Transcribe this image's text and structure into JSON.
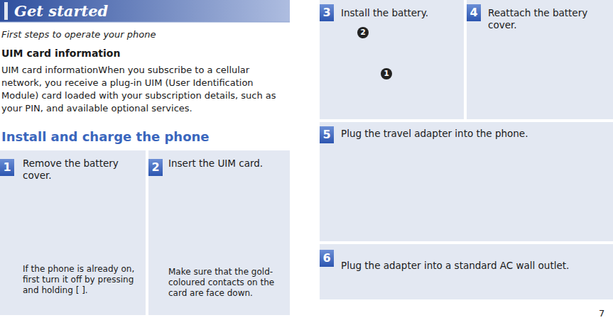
{
  "diagram": {
    "title": "Get started",
    "nodes": [
      {
        "text": [
          "Remove the battery cover.",
          "If the phone is already on, first turn it off by pressing and holding [ ]."
        ]
      },
      {
        "text": [
          "Insert the UIM card.",
          "Make sure that the gold-coloured contacts on the card are face down."
        ]
      },
      {
        "text": [
          "Install the battery."
        ]
      },
      {
        "text": [
          "Reattach the battery cover."
        ]
      },
      {
        "text": [
          "Plug the travel adapter into the phone."
        ]
      },
      {
        "text": [
          "Plug the adapter into a standard AC wall outlet."
        ]
      }
    ],
    "labels": [
      "First steps to operate your phone",
      "UIM card information",
      "UIM card informationWhen you subscribe to a cellular network, you receive a plug-in UIM (User Identification Module) card loaded with your subscription details, such as your PIN, and available optional services.",
      "Install and charge the phone",
      "1",
      "2",
      "3",
      "4",
      "5",
      "6",
      "2",
      "1",
      "7"
    ]
  }
}
